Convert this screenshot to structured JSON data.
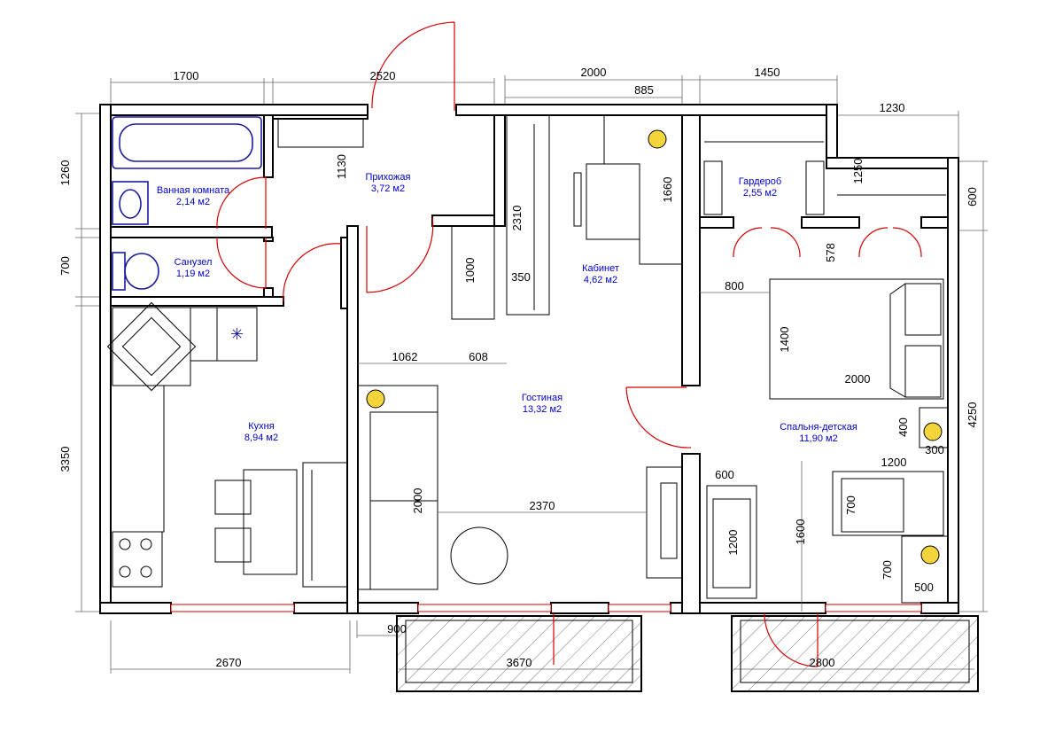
{
  "rooms": {
    "bathroom": {
      "name": "Ванная комната",
      "area": "2,14 м2"
    },
    "wc": {
      "name": "Санузел",
      "area": "1,19 м2"
    },
    "kitchen": {
      "name": "Кухня",
      "area": "8,94 м2"
    },
    "hall": {
      "name": "Прихожая",
      "area": "3,72 м2"
    },
    "study": {
      "name": "Кабинет",
      "area": "4,62 м2"
    },
    "living": {
      "name": "Гостиная",
      "area": "13,32 м2"
    },
    "wardrobe": {
      "name": "Гардероб",
      "area": "2,55 м2"
    },
    "bedroom": {
      "name": "Спальня-детская",
      "area": "11,90 м2"
    }
  },
  "dimensions": {
    "top_bathroom": "1700",
    "top_hall": "2520",
    "top_study": "2000",
    "top_study_inner": "885",
    "top_wardrobe": "1450",
    "top_right": "1230",
    "left_bathroom": "1260",
    "left_wc": "700",
    "left_kitchen": "3350",
    "hall_height": "1130",
    "closet_depth": "2310",
    "closet_len": "1000",
    "closet_w": "350",
    "study_depth": "1660",
    "wardrobe_1250": "1250",
    "right_600": "600",
    "right_4250": "4250",
    "bed_gap_578": "578",
    "bed_offset_800": "800",
    "bed_1400": "1400",
    "bed_2000": "2000",
    "living_1062": "1062",
    "living_608": "608",
    "living_2000": "2000",
    "living_2370": "2370",
    "nightstand_400": "400",
    "nightstand_300": "300",
    "bed2_1200": "1200",
    "bed2_700": "700",
    "sofa_600": "600",
    "sofa_1200": "1200",
    "room_1600": "1600",
    "desk_700": "700",
    "desk_500": "500",
    "bottom_2670": "2670",
    "bottom_900": "900",
    "bottom_3670": "3670",
    "bottom_2800": "2800"
  },
  "colors": {
    "walls": "#000000",
    "doors": "#d40000",
    "plumbing": "#1a1aa0",
    "labels": "#0000c8",
    "lamps": "#f3d43a"
  }
}
